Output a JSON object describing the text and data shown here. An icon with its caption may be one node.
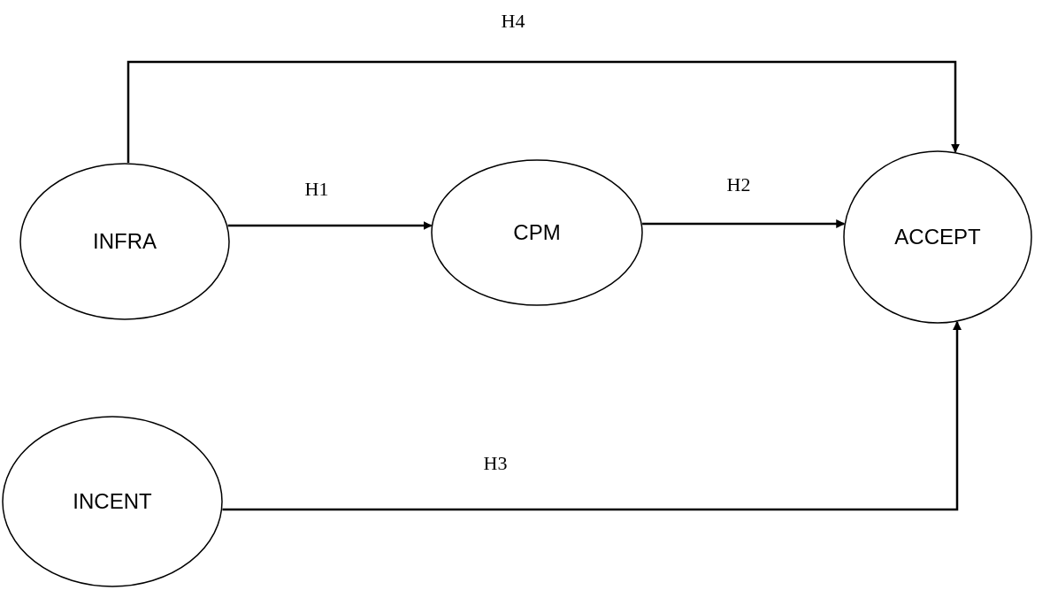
{
  "diagram": {
    "nodes": [
      {
        "text": [
          "INFRA"
        ]
      },
      {
        "text": [
          "CPM"
        ]
      },
      {
        "text": [
          "ACCEPT"
        ]
      },
      {
        "text": [
          "INCENT"
        ]
      }
    ],
    "edges": [
      {
        "from": 0,
        "to": 1,
        "arrow": "to",
        "label": "H1"
      },
      {
        "from": 1,
        "to": 2,
        "arrow": "to",
        "label": "H2"
      },
      {
        "from": 3,
        "to": 2,
        "arrow": "to",
        "label": "H3"
      },
      {
        "from": 0,
        "to": 2,
        "arrow": "to",
        "label": "H4"
      }
    ]
  }
}
